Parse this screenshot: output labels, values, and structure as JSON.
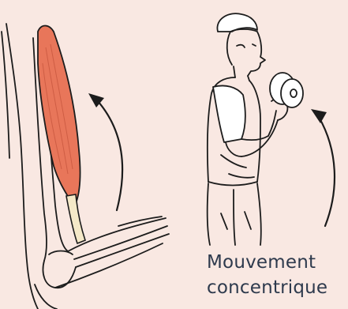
{
  "caption": {
    "line1": "Mouvement",
    "line2": "concentrique"
  },
  "colors": {
    "background": "#f9e8e2",
    "muscle": "#e8765a",
    "tendon": "#f5e9c8",
    "ink": "#1c1c1c",
    "caption_text": "#2e3a4d"
  },
  "icons": [
    "biceps-muscle-illustration",
    "man-lifting-dumbbell-illustration",
    "curved-arrow-icon"
  ]
}
